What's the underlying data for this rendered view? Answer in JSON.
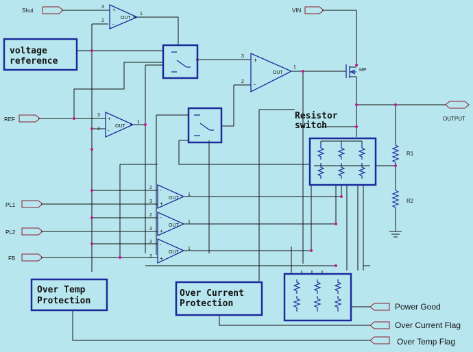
{
  "inputs": {
    "shut": "Shut",
    "vin": "VIN",
    "ref": "REF",
    "pl1": "PL1",
    "pl2": "PL2",
    "fb": "FB"
  },
  "outputs": {
    "output": "OUTPUT",
    "power_good": "Power Good",
    "over_current_flag": "Over Current Flag",
    "over_temp_flag": "Over Temp Flag"
  },
  "blocks": {
    "voltage_reference": [
      "voltage",
      "reference"
    ],
    "resistor_switch": [
      "Resistor",
      "switch"
    ],
    "over_temp": [
      "Over Temp",
      "Protection"
    ],
    "over_current": [
      "Over Current",
      "Protection"
    ]
  },
  "amp": {
    "out": "OUT",
    "plus": "+",
    "minus": "-",
    "p1": "1",
    "p2": "2",
    "p3": "3"
  },
  "transistor": "MP",
  "resistors": {
    "r1": "R1",
    "r2": "R2"
  }
}
